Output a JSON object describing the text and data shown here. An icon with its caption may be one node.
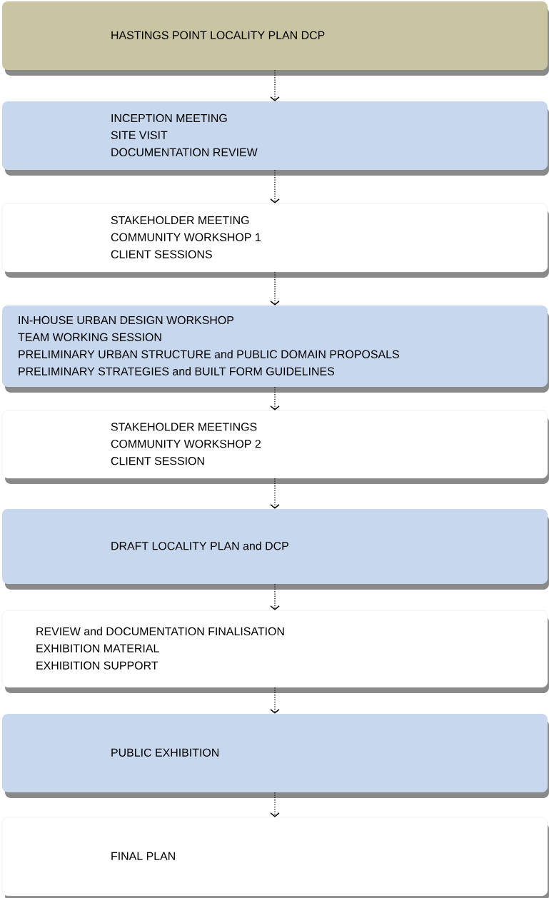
{
  "diagram": {
    "nodes": [
      {
        "text": [
          "HASTINGS POINT LOCALITY PLAN DCP"
        ]
      },
      {
        "text": [
          "INCEPTION MEETING",
          "SITE VISIT",
          "DOCUMENTATION REVIEW"
        ]
      },
      {
        "text": [
          "STAKEHOLDER MEETING",
          "COMMUNITY WORKSHOP 1",
          "CLIENT SESSIONS"
        ]
      },
      {
        "text": [
          "IN-HOUSE URBAN DESIGN WORKSHOP",
          "TEAM WORKING SESSION",
          "PRELIMINARY URBAN STRUCTURE and PUBLIC DOMAIN PROPOSALS",
          "PRELIMINARY STRATEGIES and BUILT FORM GUIDELINES"
        ]
      },
      {
        "text": [
          "STAKEHOLDER MEETINGS",
          "COMMUNITY WORKSHOP 2",
          "CLIENT SESSION"
        ]
      },
      {
        "text": [
          "DRAFT LOCALITY PLAN and DCP"
        ]
      },
      {
        "text": [
          "REVIEW and DOCUMENTATION FINALISATION",
          "EXHIBITION MATERIAL",
          "EXHIBITION SUPPORT"
        ]
      },
      {
        "text": [
          "PUBLIC EXHIBITION"
        ]
      },
      {
        "text": [
          "FINAL PLAN"
        ]
      }
    ],
    "edges": [
      {
        "from": 0,
        "to": 1,
        "arrow": "to"
      },
      {
        "from": 1,
        "to": 2,
        "arrow": "to"
      },
      {
        "from": 2,
        "to": 3,
        "arrow": "to"
      },
      {
        "from": 3,
        "to": 4,
        "arrow": "to"
      },
      {
        "from": 4,
        "to": 5,
        "arrow": "to"
      },
      {
        "from": 5,
        "to": 6,
        "arrow": "to"
      },
      {
        "from": 6,
        "to": 7,
        "arrow": "to"
      },
      {
        "from": 7,
        "to": 8,
        "arrow": "to"
      }
    ]
  }
}
